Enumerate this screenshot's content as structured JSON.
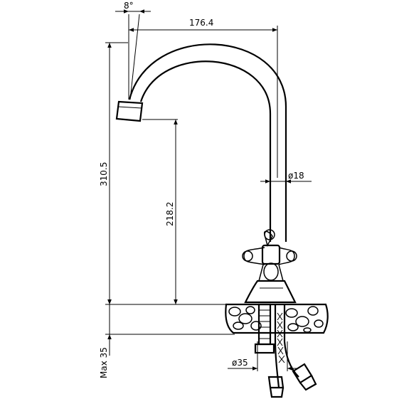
{
  "dimensions": {
    "angle": "8°",
    "reach": "176.4",
    "total_height": "310.5",
    "spout_height": "218.2",
    "pipe_diameter": "ø18",
    "max_thickness": "Max 35",
    "mount_diameter": "ø35"
  },
  "colors": {
    "line": "#000000",
    "background": "#ffffff"
  }
}
